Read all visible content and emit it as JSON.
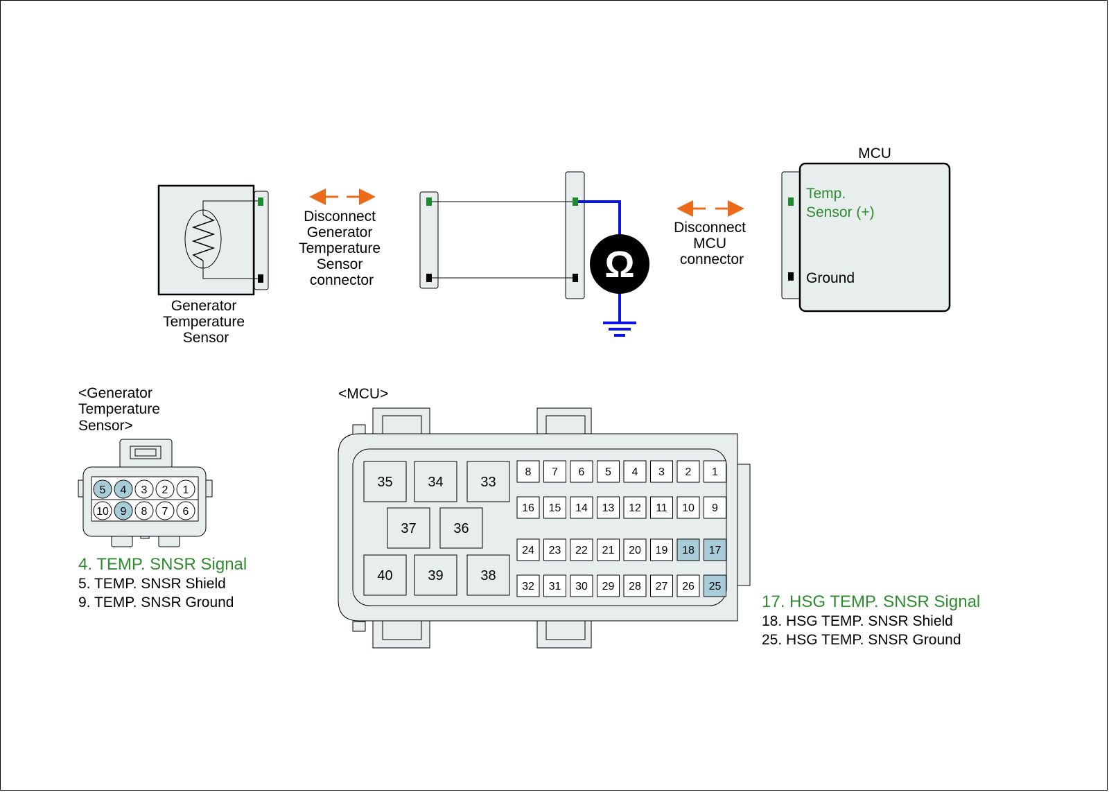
{
  "colors": {
    "signal_green": "#2e8b2e",
    "arrow_orange": "#ec6a1c",
    "meter_wire_blue": "#0a14e6",
    "highlight_pin": "#a8cdd8",
    "component_fill": "#e8edee",
    "meter_body": "#000000"
  },
  "diagram": {
    "sensor_label": [
      "Generator",
      "Temperature",
      "Sensor"
    ],
    "disconnect_sensor": [
      "Disconnect",
      "Generator",
      "Temperature",
      "Sensor",
      "connector"
    ],
    "disconnect_mcu": [
      "Disconnect",
      "MCU",
      "connector"
    ],
    "mcu_title": "MCU",
    "mcu_temp_pin": [
      "Temp.",
      "Sensor (+)"
    ],
    "mcu_ground_pin": "Ground",
    "meter_symbol": "Ω",
    "meter_icon": "ohmmeter-icon"
  },
  "sensor_connector": {
    "title": [
      "<Generator",
      "Temperature",
      "Sensor>"
    ],
    "top_row": [
      "5",
      "4",
      "3",
      "2",
      "1"
    ],
    "bottom_row": [
      "10",
      "9",
      "8",
      "7",
      "6"
    ],
    "highlighted_pins": [
      "4",
      "5",
      "9"
    ],
    "legend_signal": "4. TEMP. SNSR Signal",
    "legend_shield": "5. TEMP. SNSR Shield",
    "legend_ground": "9. TEMP. SNSR Ground"
  },
  "mcu_connector": {
    "title": "<MCU>",
    "big_pins_top": [
      "35",
      "34",
      "33"
    ],
    "big_pins_mid": [
      "37",
      "36"
    ],
    "big_pins_bottom": [
      "40",
      "39",
      "38"
    ],
    "row1": [
      "8",
      "7",
      "6",
      "5",
      "4",
      "3",
      "2",
      "1"
    ],
    "row2": [
      "16",
      "15",
      "14",
      "13",
      "12",
      "11",
      "10",
      "9"
    ],
    "row3": [
      "24",
      "23",
      "22",
      "21",
      "20",
      "19",
      "18",
      "17"
    ],
    "row4": [
      "32",
      "31",
      "30",
      "29",
      "28",
      "27",
      "26",
      "25"
    ],
    "highlighted_pins": [
      "17",
      "18",
      "25"
    ],
    "legend_signal": "17. HSG TEMP. SNSR Signal",
    "legend_shield": "18. HSG TEMP. SNSR Shield",
    "legend_ground": "25. HSG TEMP. SNSR Ground"
  }
}
